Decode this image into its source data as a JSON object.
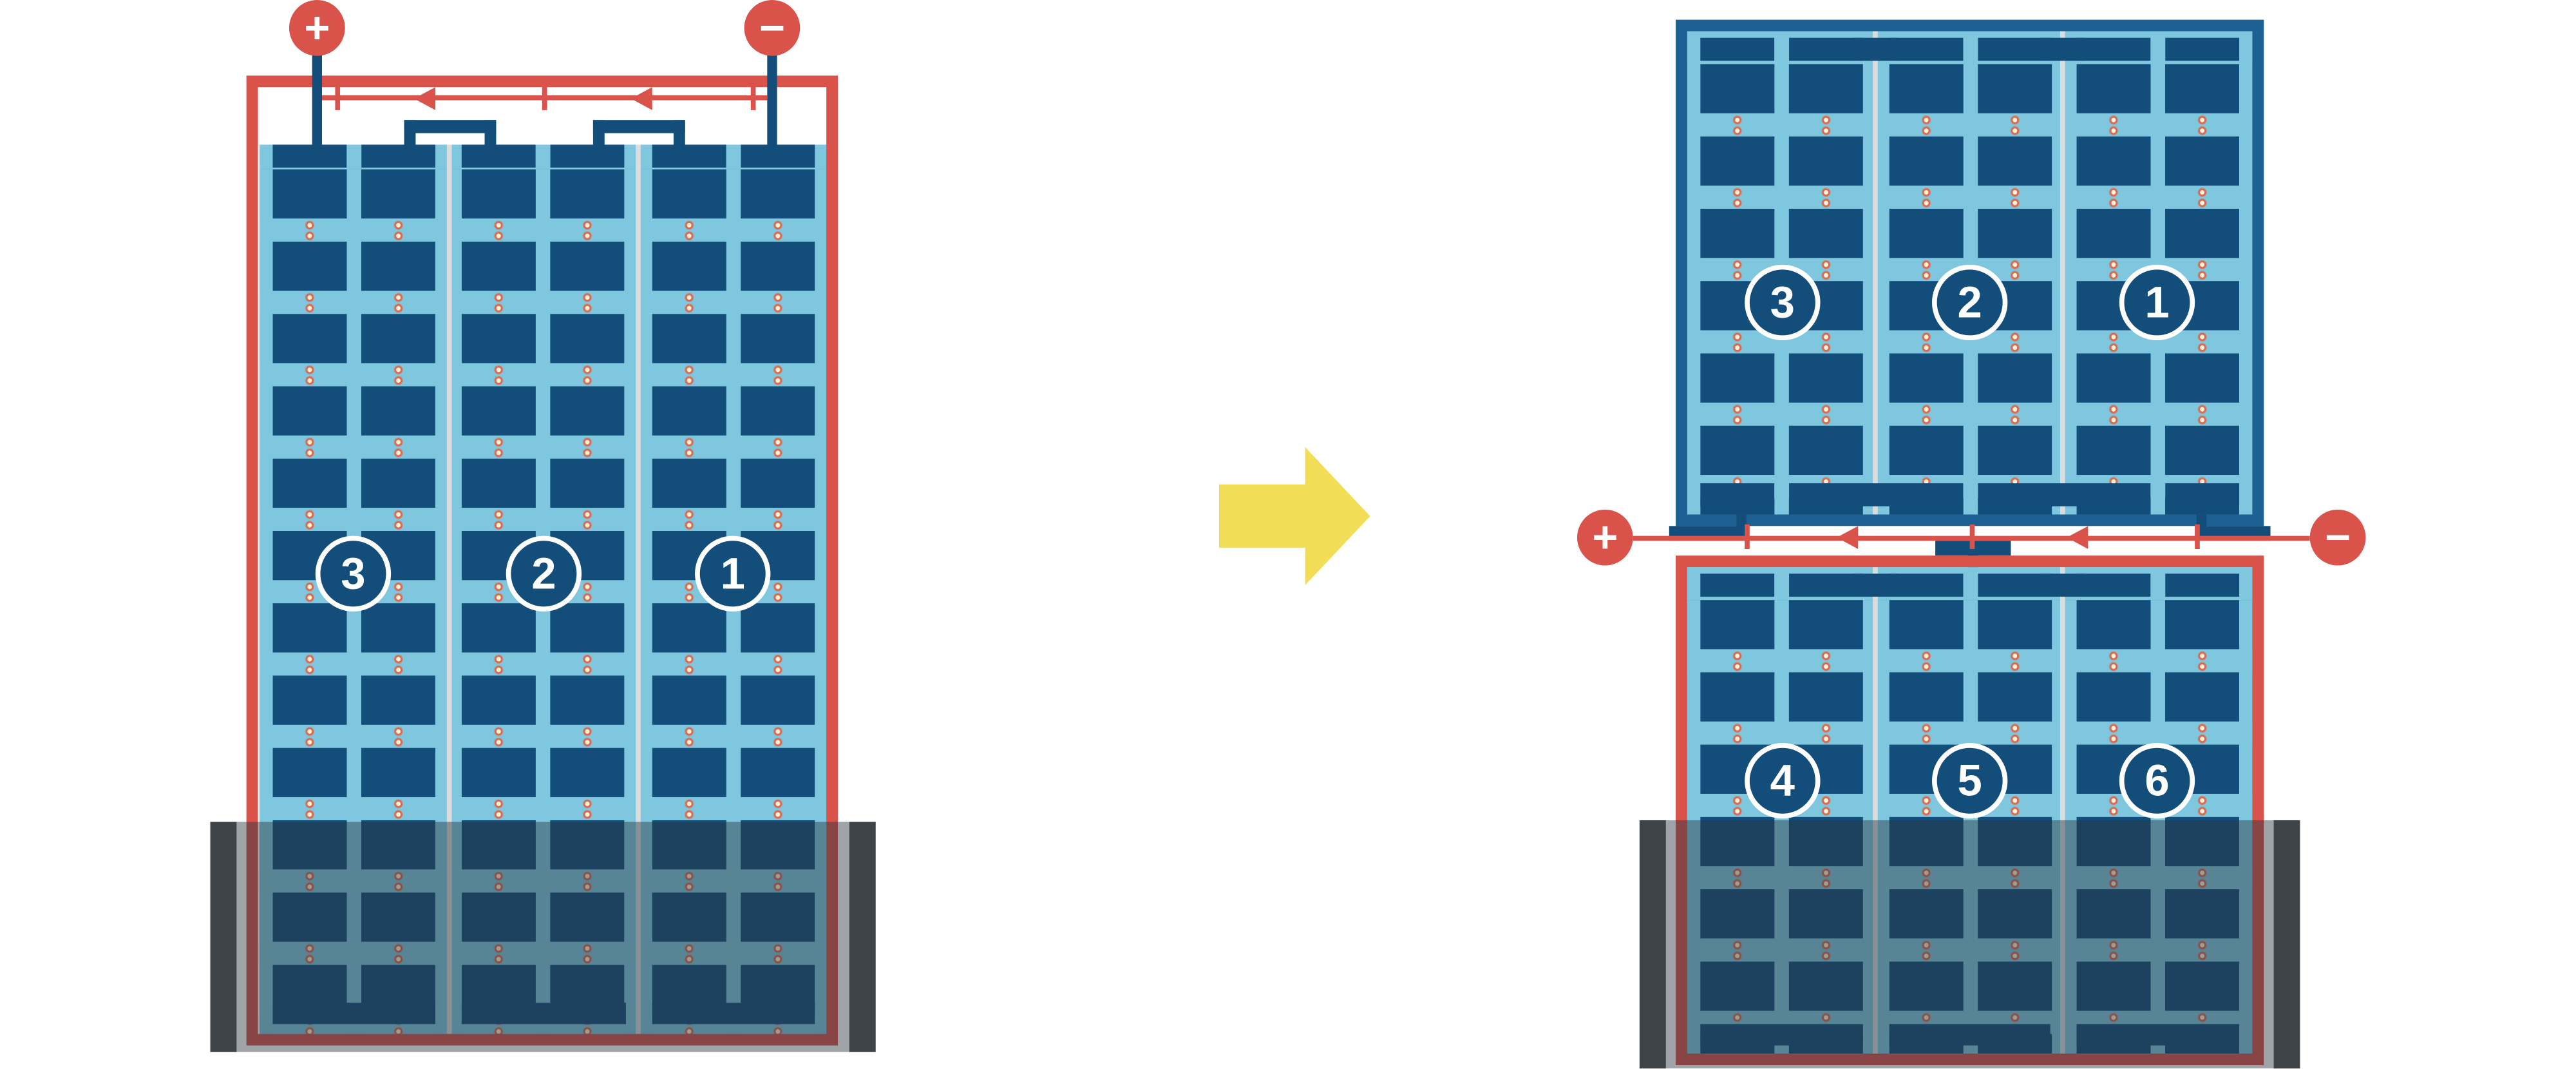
{
  "colors": {
    "red": "#D9534B",
    "navy": "#134E7B",
    "blue_border": "#1C6094",
    "light_blue": "#7FC6DF",
    "yellow": "#F2DE56",
    "dot": "#FFF3DC",
    "dot_ring": "#DB6A4F",
    "divider": "#D9DDDE",
    "water": "rgba(40,53,63,0.45)",
    "rail": "#3D4346"
  },
  "before": {
    "terminals": {
      "plus": "+",
      "minus": "−"
    },
    "strings": [
      "3",
      "2",
      "1"
    ]
  },
  "after": {
    "terminals": {
      "plus": "+",
      "minus": "−"
    },
    "top_array": {
      "strings": [
        "3",
        "2",
        "1"
      ]
    },
    "bottom_array": {
      "strings": [
        "4",
        "5",
        "6"
      ]
    }
  }
}
